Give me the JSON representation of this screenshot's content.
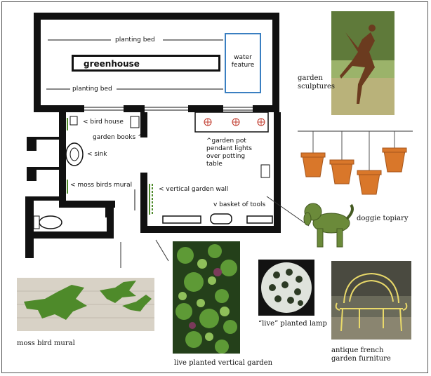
{
  "plan": {
    "greenhouse": "greenhouse",
    "planting_bed_top": "planting bed",
    "planting_bed_bottom": "planting bed",
    "water_feature": "water\nfeature",
    "bird_house": "< bird house",
    "garden_books": "garden books ^",
    "sink": "< sink",
    "moss_birds_mural": "< moss birds mural",
    "garden_pot_lights": "^garden pot\npendant lights\nover potting\ntable",
    "vertical_garden_wall": "< vertical garden wall",
    "basket_of_tools": "v  basket of tools"
  },
  "captions": {
    "garden_sculptures": "garden\nsculptures",
    "doggie_topiary": "doggie topiary",
    "moss_bird_mural": "moss bird mural",
    "live_planted_vertical_garden": "live planted vertical garden",
    "live_planted_lamp": "“live” planted lamp",
    "antique_french_furniture": "antique french\ngarden furniture"
  },
  "colors": {
    "wall": "#111111",
    "water_outline": "#3a7fc1",
    "moss_green": "#4e8a2a",
    "pot_orange": "#d9772a",
    "lamp_red": "#c0392b"
  }
}
